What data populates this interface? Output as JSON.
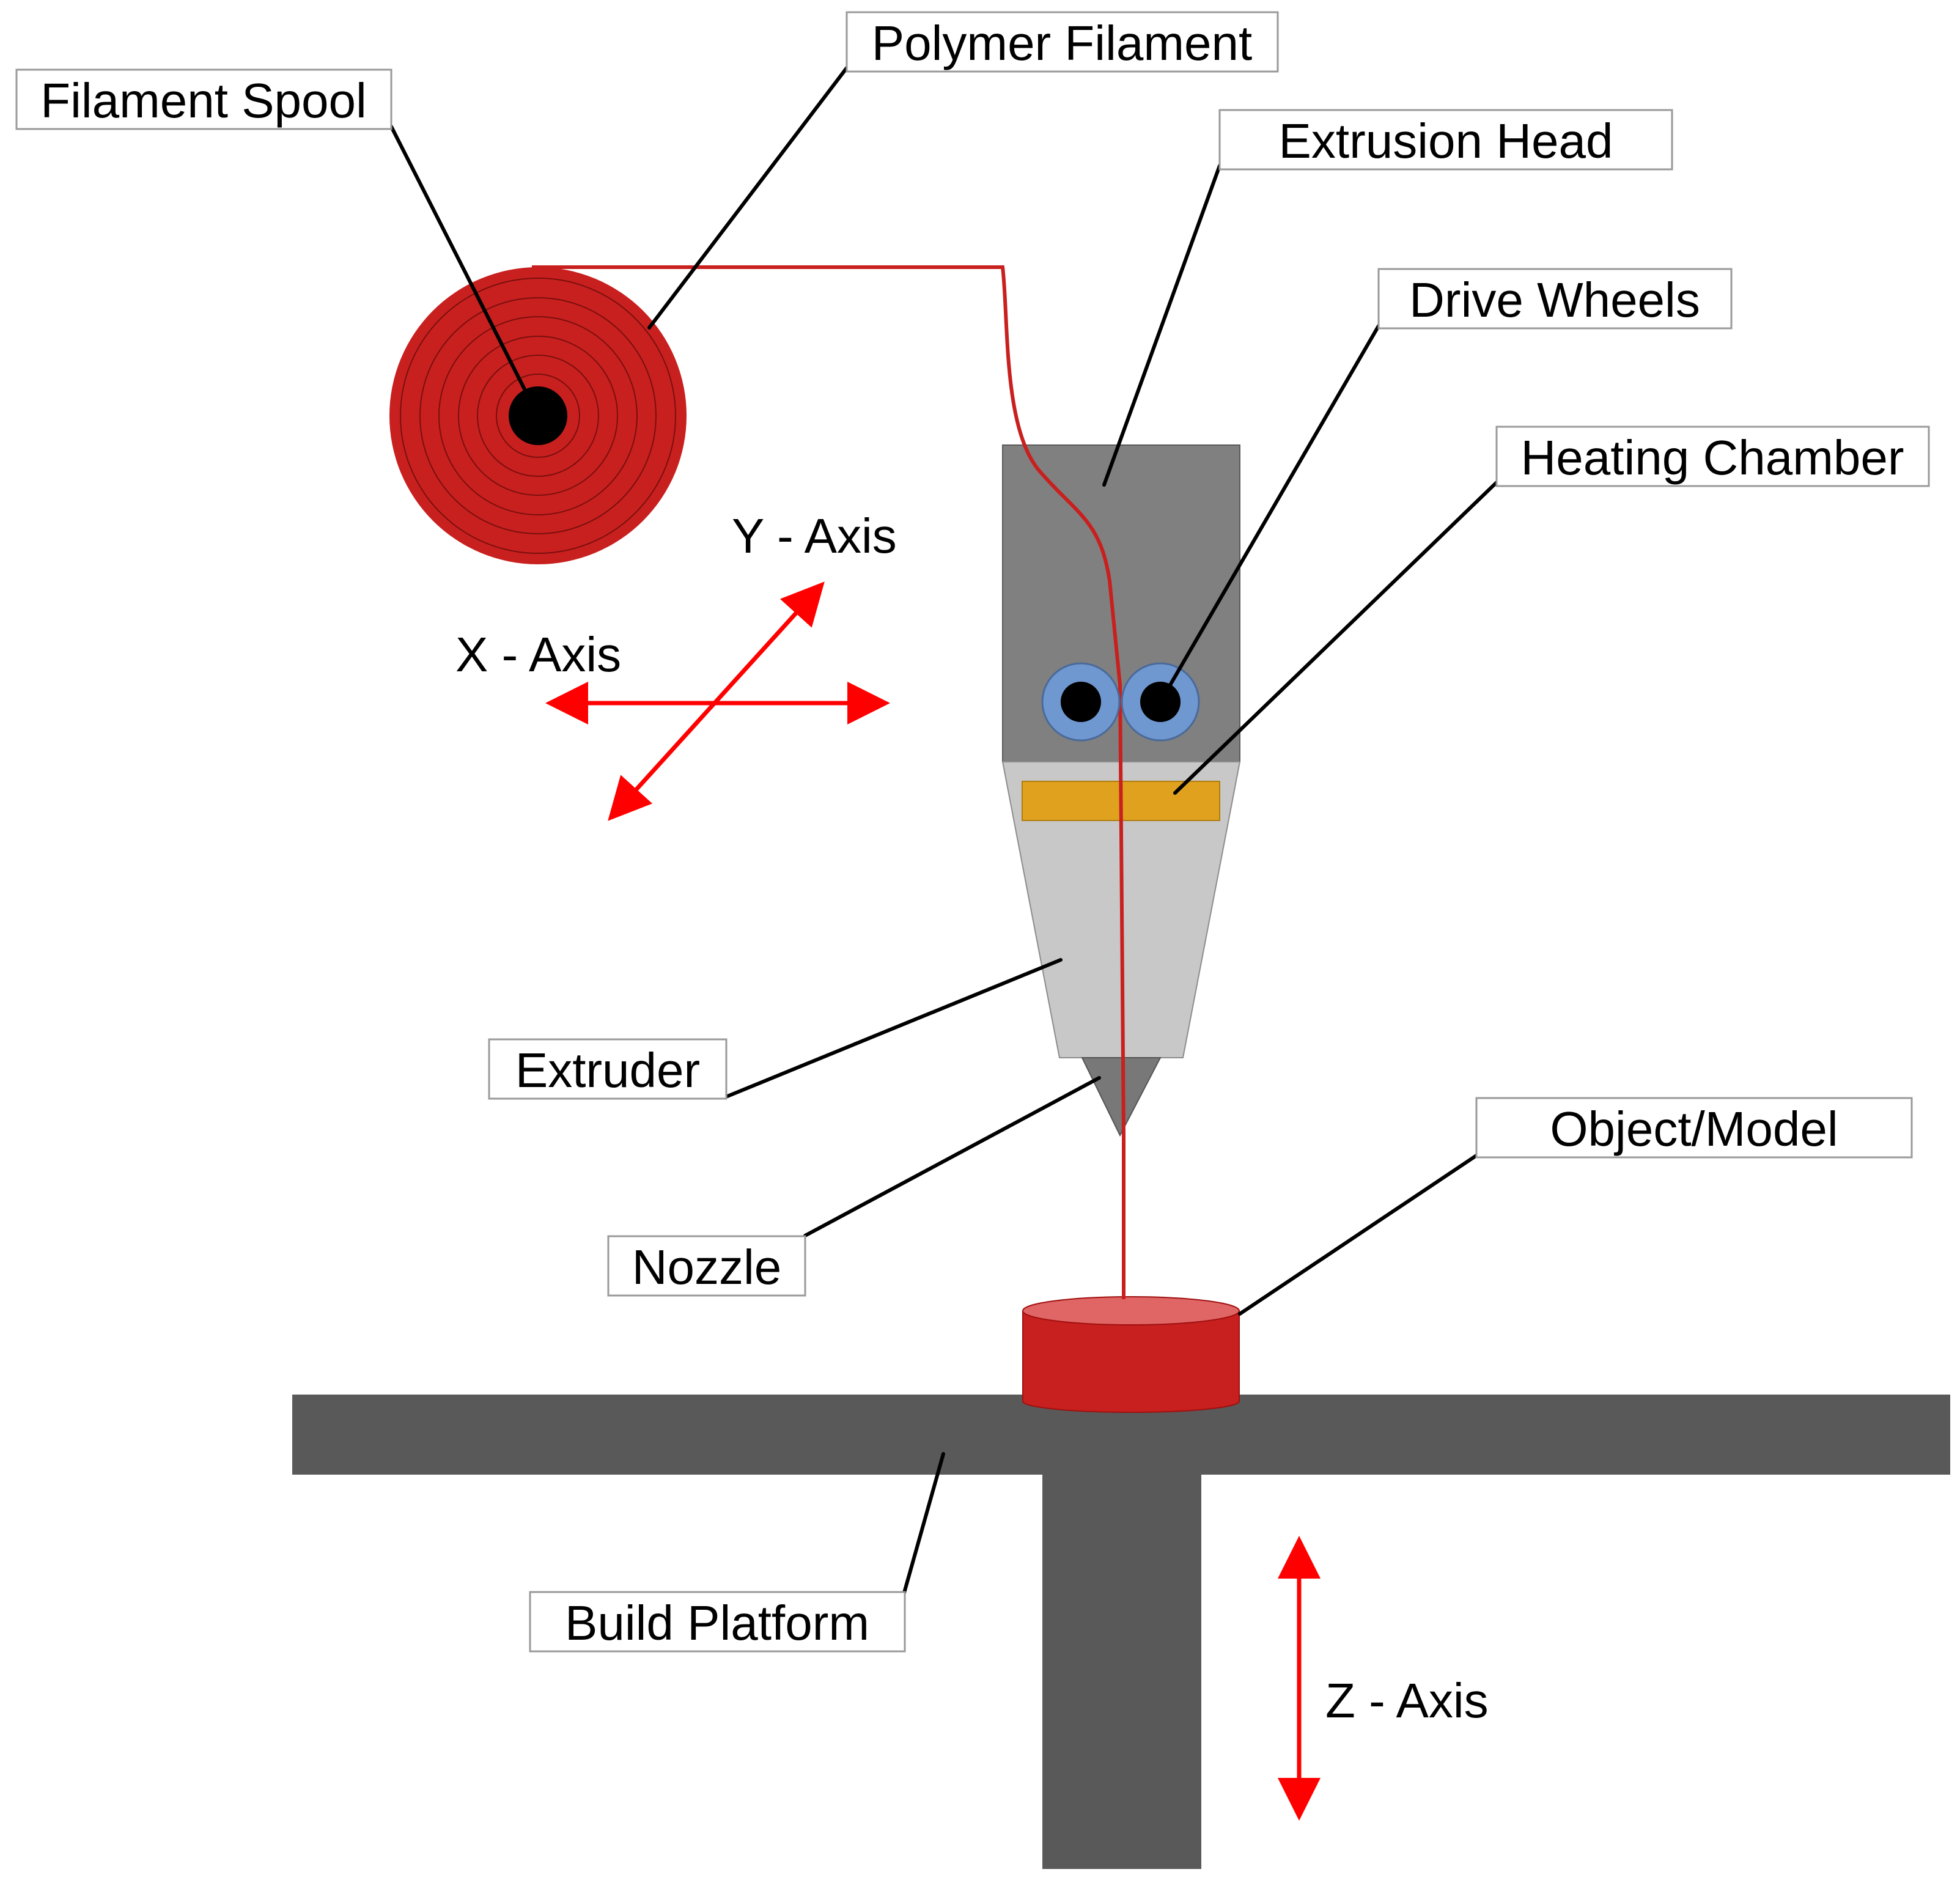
{
  "labels": {
    "filament_spool": "Filament Spool",
    "polymer_filament": "Polymer Filament",
    "extrusion_head": "Extrusion Head",
    "drive_wheels": "Drive Wheels",
    "heating_chamber": "Heating Chamber",
    "extruder": "Extruder",
    "nozzle": "Nozzle",
    "object_model": "Object/Model",
    "build_platform": "Build Platform"
  },
  "axes": {
    "x": "X - Axis",
    "y": "Y - Axis",
    "z": "Z - Axis"
  },
  "colors": {
    "filament_red": "#c8201e",
    "axis_red": "#ff0000",
    "object_top": "#e06666",
    "extrusion_head_grey": "#808080",
    "extruder_light_grey": "#c8c8c8",
    "nozzle_grey": "#787878",
    "heating_chamber_orange": "#e0a21e",
    "drive_wheel_blue": "#6f97d0",
    "platform_grey": "#595959",
    "leader_black": "#000000"
  }
}
